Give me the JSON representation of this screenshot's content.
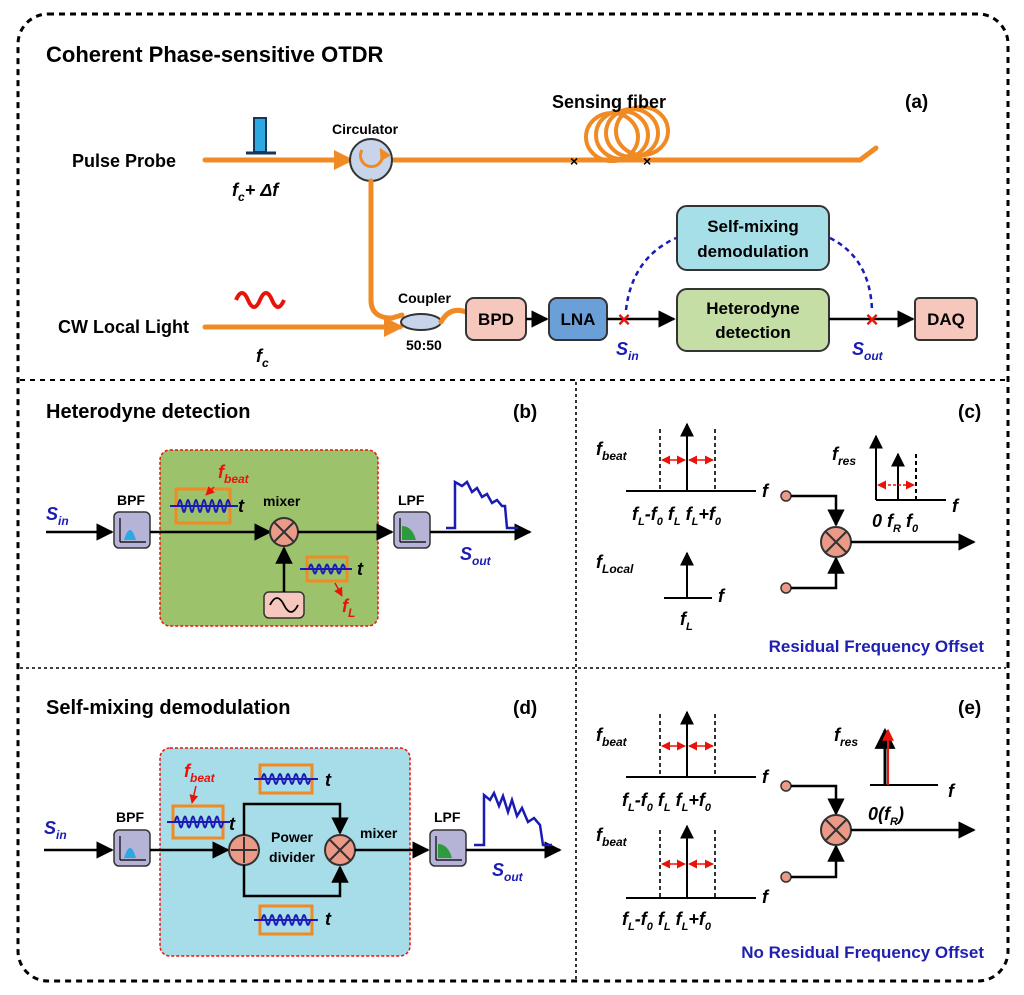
{
  "title": "Coherent Phase-sensitive OTDR",
  "panel_a": {
    "label": "(a)",
    "pulse_probe": "Pulse Probe",
    "probe_freq_main": "f",
    "probe_freq_sub": "c",
    "probe_freq_tail": "+ Δf",
    "circulator": "Circulator",
    "sensing_fiber": "Sensing fiber",
    "cw_local": "CW Local Light",
    "cw_freq_main": "f",
    "cw_freq_sub": "c",
    "coupler": "Coupler",
    "coupler_ratio": "50:50",
    "bpd": "BPD",
    "lna": "LNA",
    "self_mixing_line1": "Self-mixing",
    "self_mixing_line2": "demodulation",
    "heterodyne_line1": "Heterodyne",
    "heterodyne_line2": "detection",
    "daq": "DAQ",
    "s_in_main": "S",
    "s_in_sub": "in",
    "s_out_main": "S",
    "s_out_sub": "out"
  },
  "panel_b": {
    "title": "Heterodyne detection",
    "label": "(b)",
    "bpf": "BPF",
    "lpf": "LPF",
    "mixer": "mixer",
    "f_beat_main": "f",
    "f_beat_sub": "beat",
    "f_l_main": "f",
    "f_l_sub": "L",
    "t1": "t",
    "t2": "t",
    "s_in_main": "S",
    "s_in_sub": "in",
    "s_out_main": "S",
    "s_out_sub": "out"
  },
  "panel_c": {
    "label": "(c)",
    "f_beat_main": "f",
    "f_beat_sub": "beat",
    "f_local_main": "f",
    "f_local_sub": "Local",
    "f_res_main": "f",
    "f_res_sub": "res",
    "axis_f": "f",
    "tick_fl_f0": "fL-f0",
    "tick_fl": "fL",
    "tick_fl_f0p": "fL+f0",
    "tick_zero": "0",
    "tick_fr": "fR",
    "tick_f0": "f0",
    "note": "Residual Frequency Offset"
  },
  "panel_d": {
    "title": "Self-mixing demodulation",
    "label": "(d)",
    "bpf": "BPF",
    "lpf": "LPF",
    "mixer": "mixer",
    "power_divider_line1": "Power",
    "power_divider_line2": "divider",
    "f_beat_main": "f",
    "f_beat_sub": "beat",
    "t": "t",
    "s_in_main": "S",
    "s_in_sub": "in",
    "s_out_main": "S",
    "s_out_sub": "out"
  },
  "panel_e": {
    "label": "(e)",
    "f_beat_main": "f",
    "f_beat_sub": "beat",
    "f_res_main": "f",
    "f_res_sub": "res",
    "axis_f": "f",
    "tick_fl_f0": "fL-f0",
    "tick_fl": "fL",
    "tick_fl_f0p": "fL+f0",
    "zero_fr": "0(fR)",
    "note": "No Residual Frequency Offset"
  },
  "colors": {
    "fiber": "#f08a24",
    "bpd_fill": "#f6c7bc",
    "lna_fill": "#6a9fd8",
    "self_mix_fill": "#a7dfe8",
    "heterodyne_fill": "#c5dea6",
    "panel_b_bg": "#9cc36b",
    "panel_d_bg": "#a7dce9",
    "mixer_fill": "#eb9a87",
    "marker_red": "#e8140a",
    "text_blue": "#1a1ab5"
  }
}
